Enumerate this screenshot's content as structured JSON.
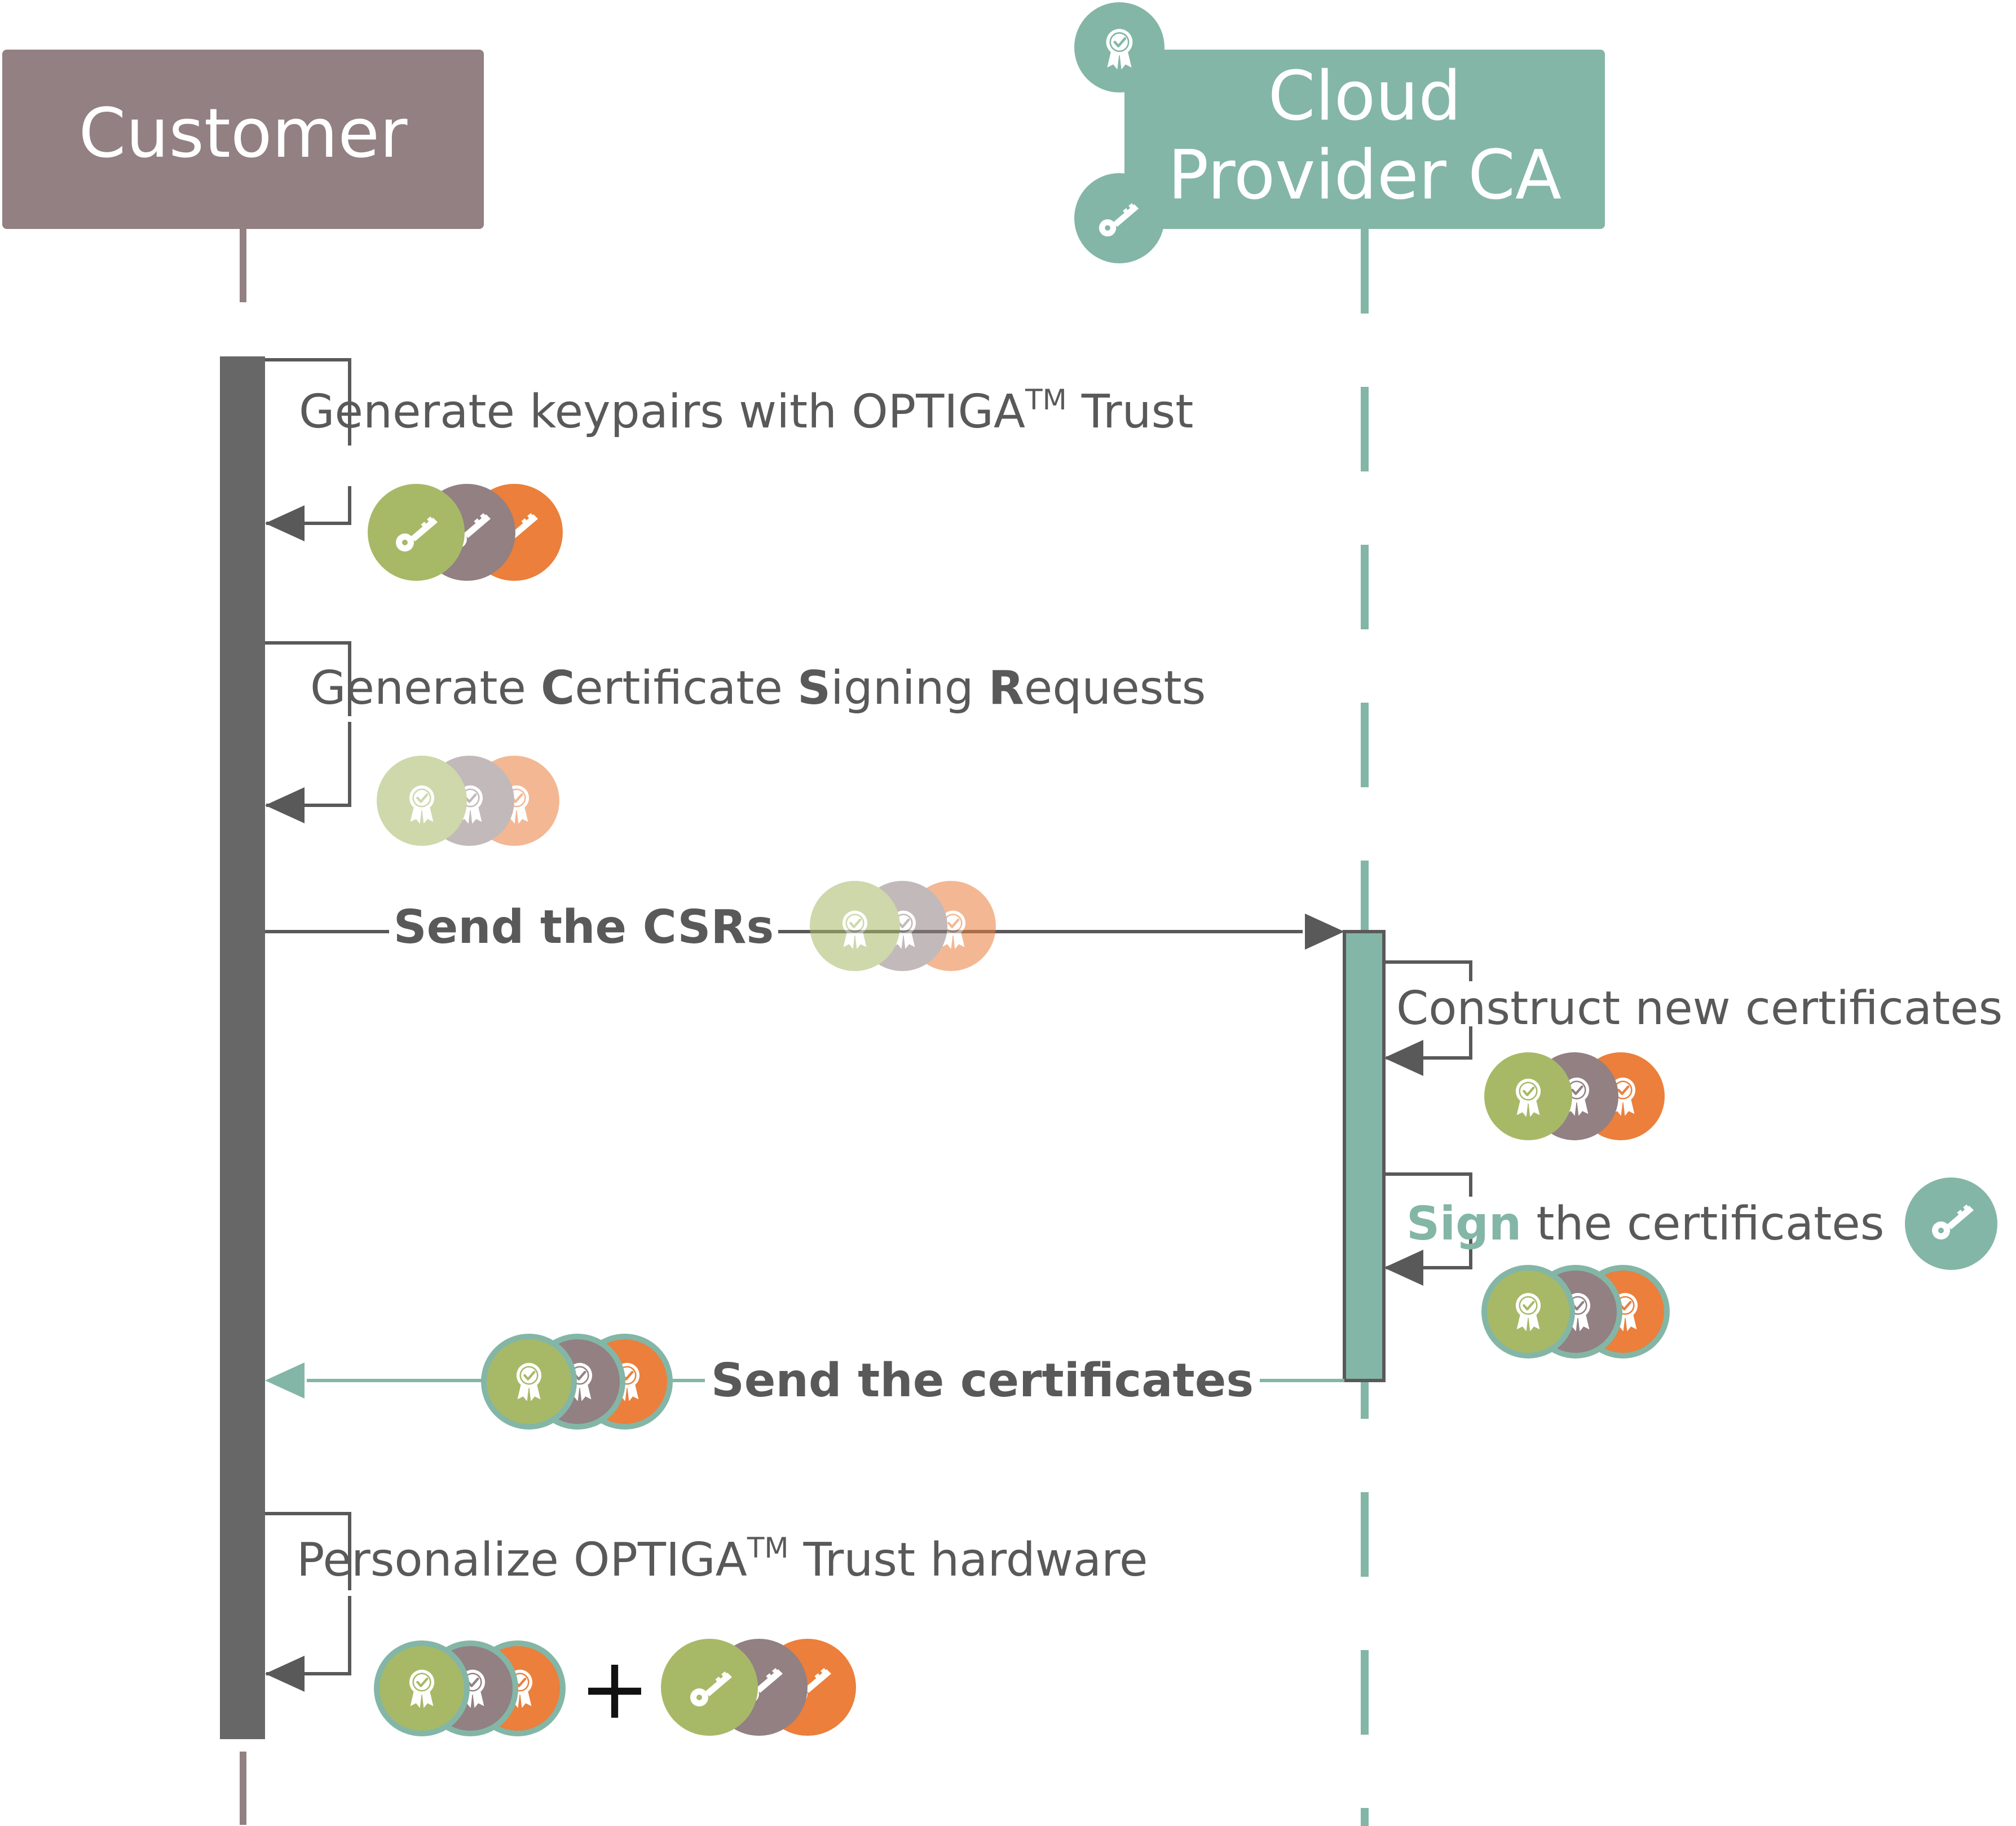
{
  "actors": {
    "customer": {
      "label": "Customer"
    },
    "cloud_ca": {
      "label_line1": "Cloud",
      "label_line2": "Provider CA"
    }
  },
  "steps": {
    "generate_keypairs": {
      "text": "Generate keypairs with OPTIGA",
      "sup": "TM",
      "suffix": " Trust"
    },
    "generate_csr": {
      "parts": [
        "Generate ",
        "C",
        "ertificate ",
        "S",
        "igning ",
        "R",
        "equests"
      ]
    },
    "construct_certificates": {
      "text": "Construct new certificates"
    },
    "sign_certificates": {
      "bold": "Sign",
      "rest": " the certificates"
    },
    "personalize": {
      "text": "Personalize OPTIGA",
      "sup": "TM",
      "suffix": " Trust hardware"
    }
  },
  "messages": {
    "send_csrs": {
      "label": "Send the CSRs"
    },
    "send_certificates": {
      "label": "Send the certificates"
    }
  },
  "combine_symbol": "+",
  "colors": {
    "customer": "#928083",
    "cloud_ca": "#83b6a6",
    "activation_customer": "#676767",
    "arrow": "#595959",
    "text": "#595959",
    "green": "#a7b967",
    "gray": "#928083",
    "orange": "#eb7f3b"
  },
  "icons": {
    "key": "key-icon",
    "certificate": "certificate-icon"
  }
}
